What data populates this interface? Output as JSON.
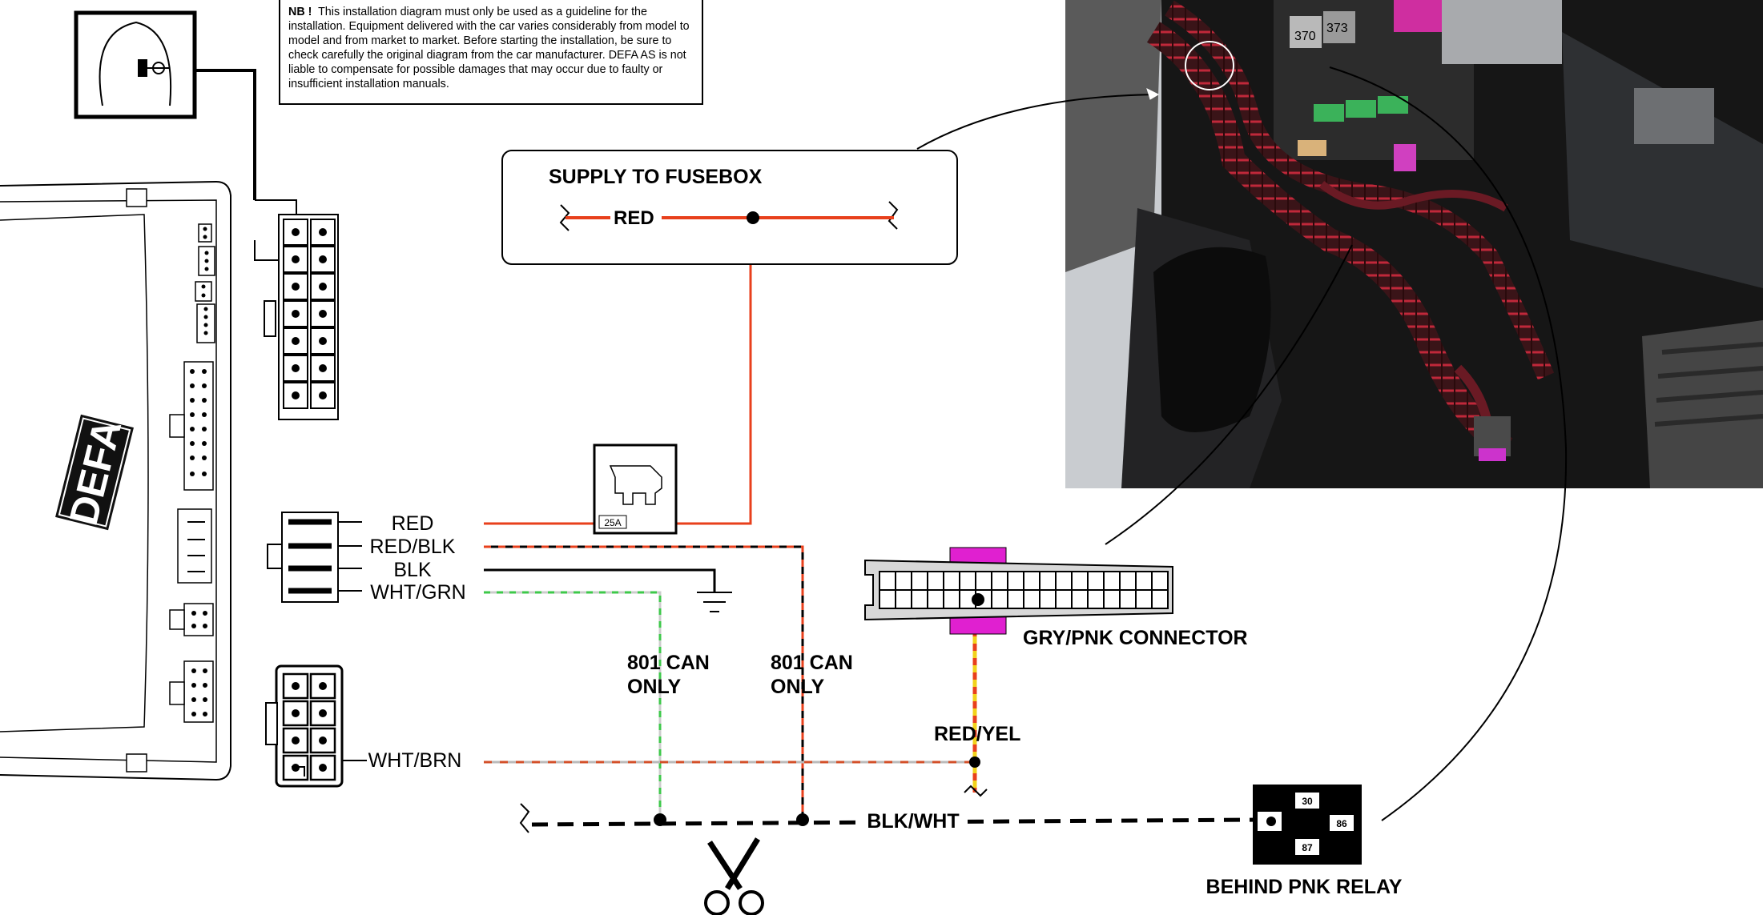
{
  "notice": {
    "prefix": "NB !",
    "text": "This installation diagram must only be used as a guideline for the installation. Equipment delivered with the car varies considerably from model to model and from market to market. Before starting the installation, be sure to check carefully the original diagram from the car manufacturer. DEFA AS is not liable to compensate  for possible damages that may occur due to faulty or insufficient installation manuals."
  },
  "brand": "DEFA",
  "fusebox": {
    "title": "SUPPLY TO FUSEBOX",
    "wire_label": "RED"
  },
  "fuse": {
    "rating": "25A"
  },
  "harness_wires": [
    "RED",
    "RED/BLK",
    "BLK",
    "WHT/GRN"
  ],
  "lower_wire": "WHT/BRN",
  "can_notes": [
    {
      "line1": "801 CAN",
      "line2": "ONLY"
    },
    {
      "line1": "801 CAN",
      "line2": "ONLY"
    }
  ],
  "connector": {
    "label": "GRY/PNK CONNECTOR"
  },
  "tap_wire": "RED/YEL",
  "bus_wire": "BLK/WHT",
  "relay": {
    "label": "BEHIND PNK RELAY",
    "pins": [
      "30",
      "86",
      "87"
    ]
  },
  "photo": {
    "stickers": [
      "370",
      "373"
    ]
  },
  "colors": {
    "red_wire": "#e8401c",
    "black_wire": "#000000",
    "green_stripe": "#3ec84a",
    "yellow_stripe": "#f2d21a",
    "magenta": "#e020d0",
    "connector_grey": "#d8d8d8"
  }
}
